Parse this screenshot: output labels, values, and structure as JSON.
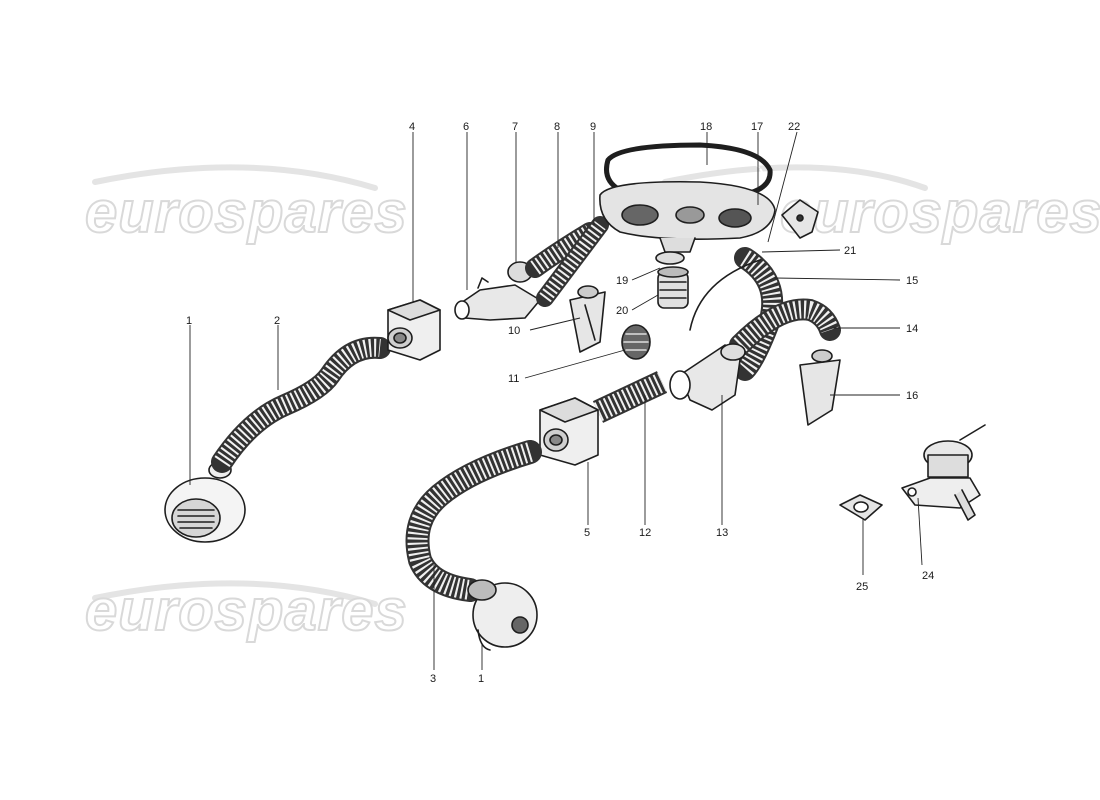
{
  "watermark": {
    "text": "eurospares"
  },
  "labels": {
    "p1a": "1",
    "p2": "2",
    "p3": "3",
    "p4": "4",
    "p1b": "1",
    "p5": "5",
    "p6": "6",
    "p7": "7",
    "p8": "8",
    "p9": "9",
    "p10": "10",
    "p11": "11",
    "p12": "12",
    "p13": "13",
    "p14": "14",
    "p15": "15",
    "p16": "16",
    "p17": "17",
    "p18": "18",
    "p19": "19",
    "p20": "20",
    "p21": "21",
    "p22": "22",
    "p24": "24",
    "p25": "25"
  }
}
